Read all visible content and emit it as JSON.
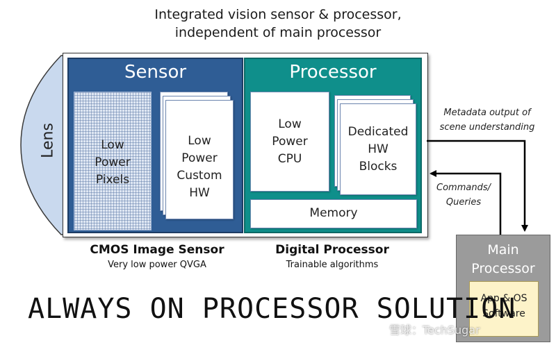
{
  "header": {
    "line1": "Integrated vision sensor & processor,",
    "line2": "independent of main processor"
  },
  "lens": {
    "label": "Lens"
  },
  "sensor": {
    "title": "Sensor",
    "pixels": [
      "Low",
      "Power",
      "Pixels"
    ],
    "custom_hw": [
      "Low",
      "Power",
      "Custom",
      "HW"
    ],
    "caption": "CMOS Image Sensor",
    "subcaption": "Very low power QVGA"
  },
  "processor": {
    "title": "Processor",
    "cpu": [
      "Low",
      "Power",
      "CPU"
    ],
    "hw_blocks": [
      "Dedicated",
      "HW",
      "Blocks"
    ],
    "memory": "Memory",
    "caption": "Digital Processor",
    "subcaption": "Trainable algorithms"
  },
  "metadata_label": [
    "Metadata output of",
    "scene understanding"
  ],
  "commands_label": [
    "Commands/",
    "Queries"
  ],
  "main_processor": {
    "title": [
      "Main",
      "Processor"
    ],
    "software": [
      "App & OS",
      "Software"
    ]
  },
  "bottom_title": "ALWAYS ON PROCESSOR SOLUTION",
  "watermark": "雪球：TechSugar",
  "colors": {
    "sensor": "#2f5d95",
    "processor": "#0f8f8b",
    "main_processor": "#9b9b9b",
    "software_box": "#fdf3c9",
    "lens": "#c9d9ee"
  }
}
